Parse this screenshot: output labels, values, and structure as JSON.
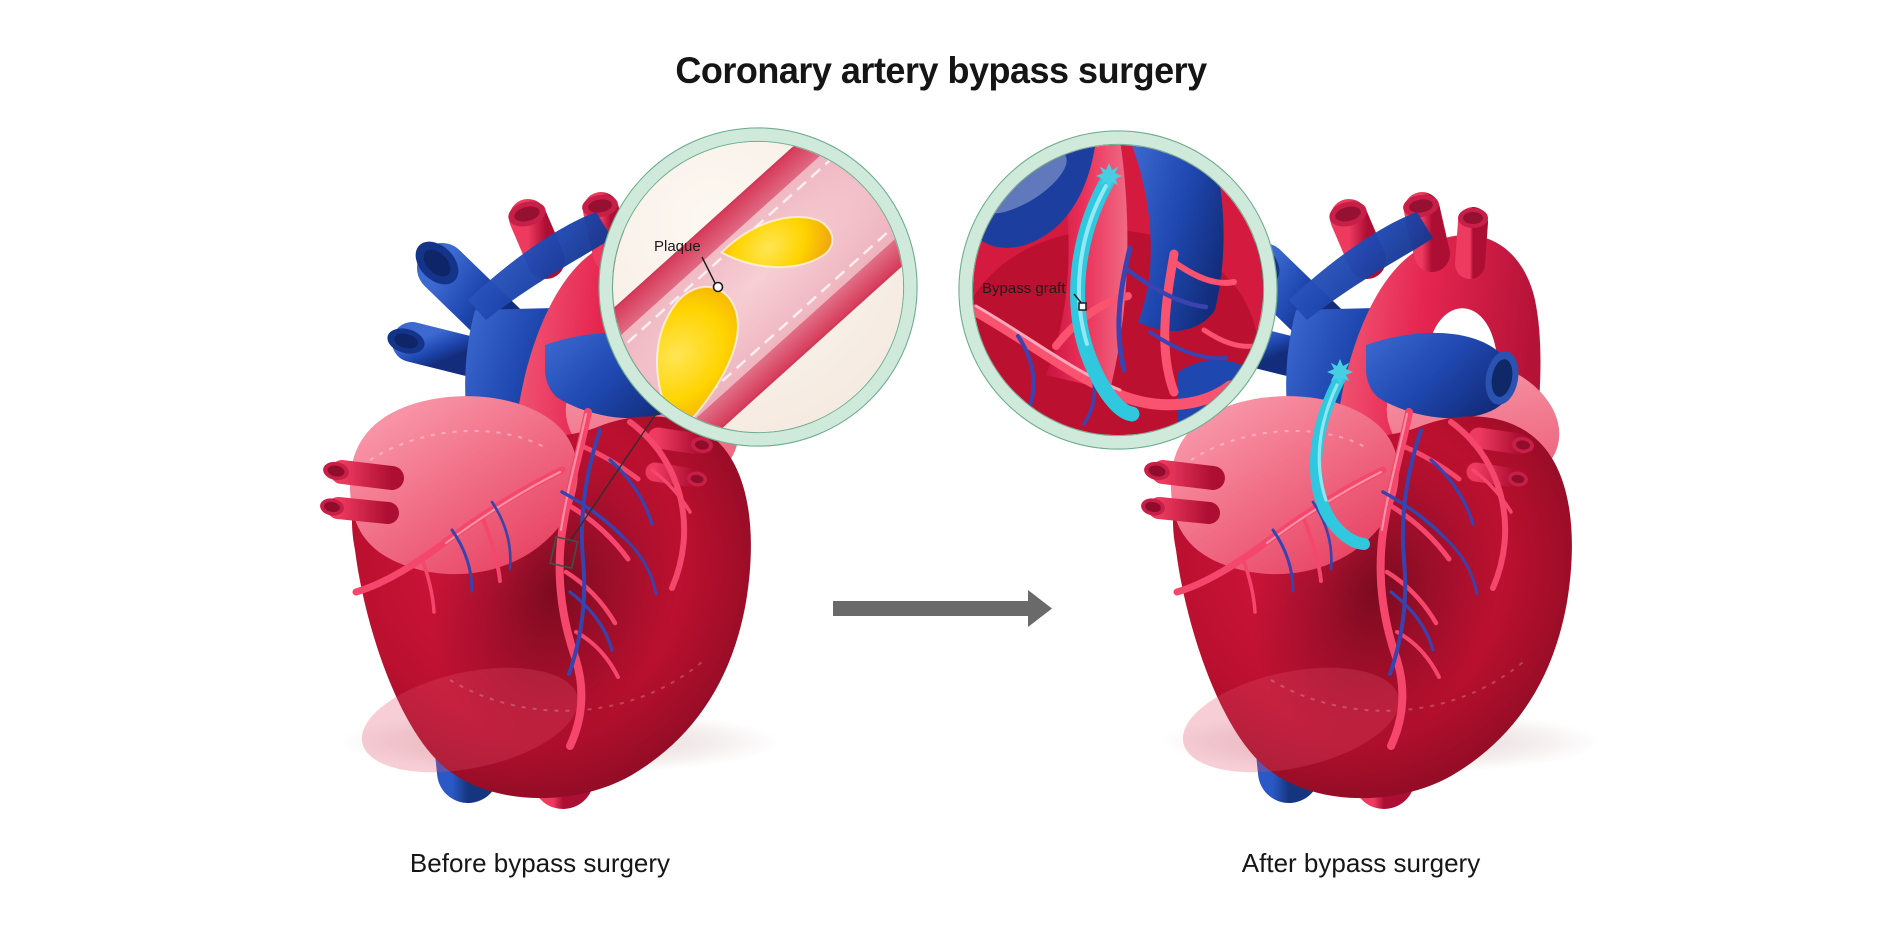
{
  "title": "Coronary artery bypass surgery",
  "panels": {
    "before": {
      "caption": "Before bypass surgery",
      "inset_callout": "Plaque"
    },
    "after": {
      "caption": "After bypass surgery",
      "inset_callout": "Bypass graft"
    }
  },
  "arrow_icon": "right-arrow",
  "colors": {
    "graft_cyan": "#2fc8de",
    "artery_crimson": "#e62650",
    "coronary_pink": "#f5466c",
    "vein_blue": "#3743ae",
    "vessel_blue": "#1f48b0",
    "plaque_yellow": "#ffd400",
    "inset_ring_mint": "#cfe9da",
    "inset_cream": "#f8efe7",
    "arrow_gray": "#6a6a6a",
    "heart_dark_red": "#a60e29",
    "atrium_pink": "#f06b84",
    "background": "#ffffff"
  }
}
